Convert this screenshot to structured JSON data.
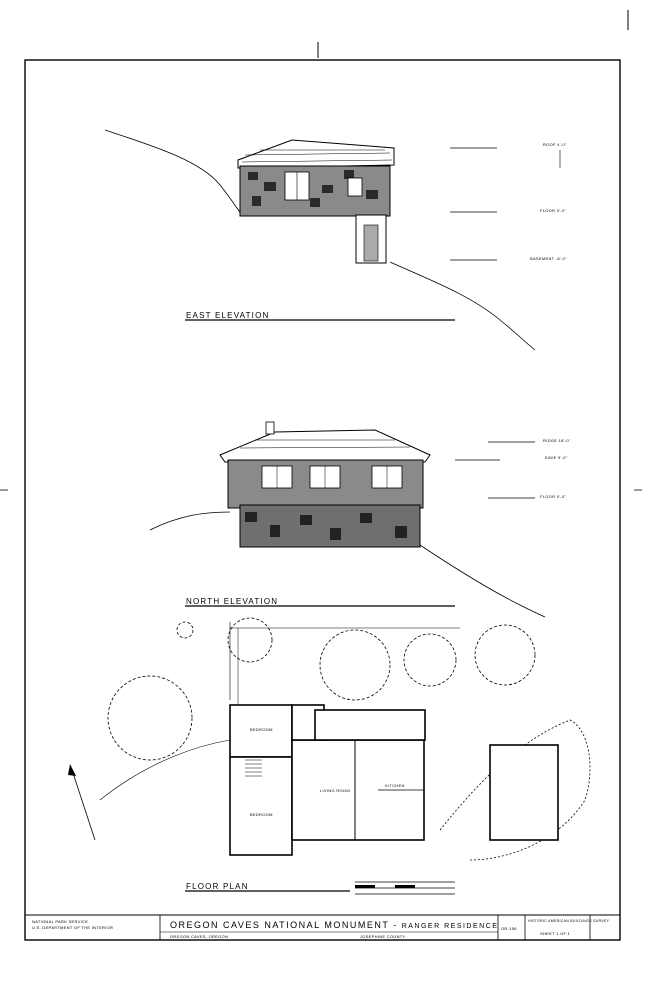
{
  "sheet": {
    "drawing_titles": {
      "east": "EAST ELEVATION",
      "north": "NORTH ELEVATION",
      "plan": "FLOOR PLAN"
    },
    "east_levels": [
      "ROOF 4'-0\"",
      "FLOOR 0'-0\"",
      "BASEMENT -8'-0\""
    ],
    "north_levels": [
      "RIDGE 18'-0\"",
      "EAVE 9'-0\"",
      "FLOOR 0'-0\""
    ],
    "rooms": [
      "BEDROOM",
      "BEDROOM",
      "LIVING ROOM",
      "KITCHEN"
    ],
    "title_block": {
      "project": "OREGON CAVES NATIONAL MONUMENT",
      "subtitle": "RANGER RESIDENCE",
      "location": "OREGON CAVES, OREGON",
      "county": "JOSEPHINE COUNTY",
      "credit_lines": [
        "NATIONAL PARK SERVICE",
        "U.S. DEPARTMENT OF THE INTERIOR"
      ],
      "survey": "HISTORIC AMERICAN BUILDINGS SURVEY",
      "survey_no": "OR-156",
      "sheet": "SHEET 1 OF 1"
    }
  }
}
